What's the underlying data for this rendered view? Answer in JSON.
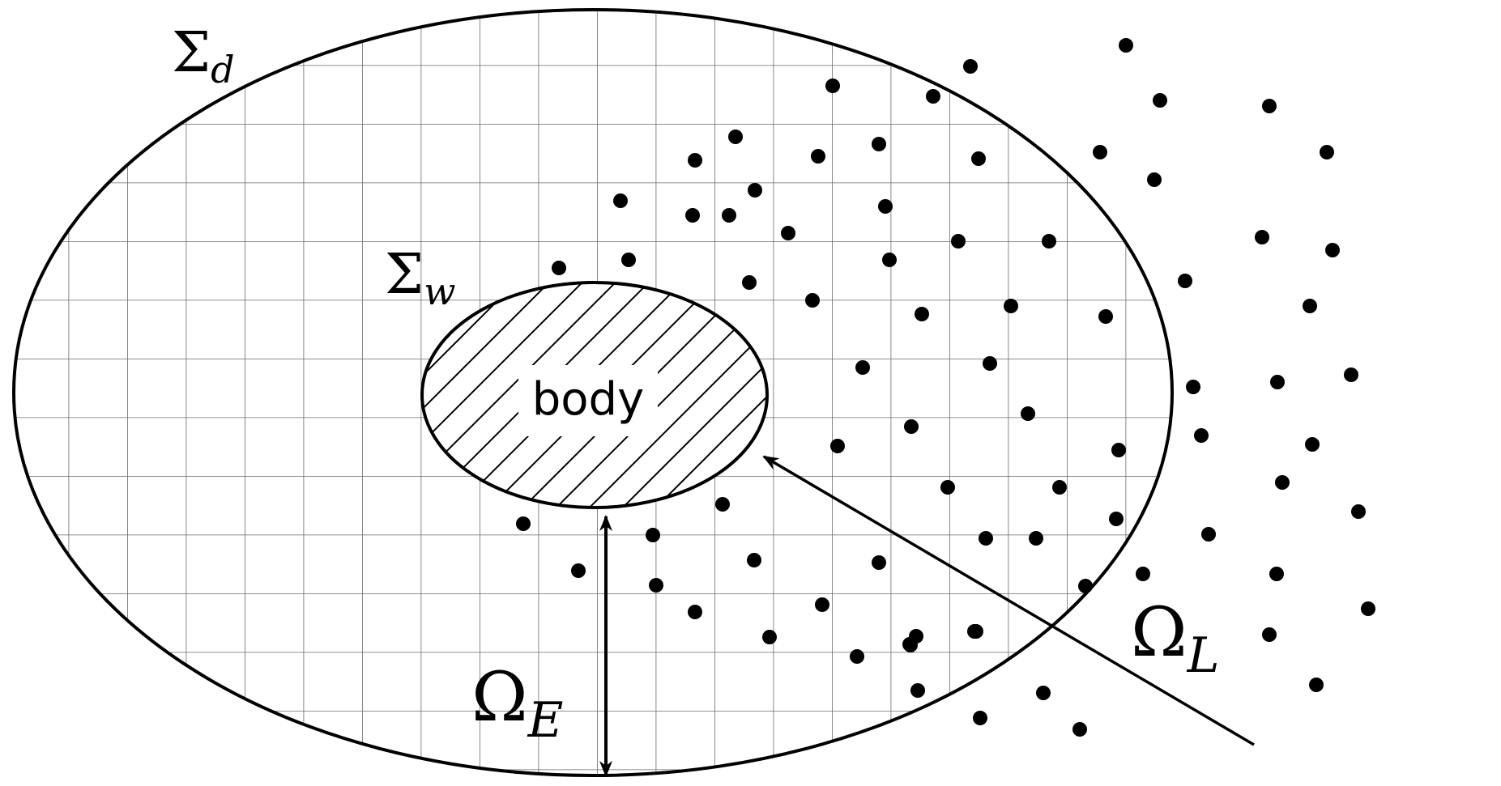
{
  "labels": {
    "outer_boundary": {
      "base": "Σ",
      "sub": "d"
    },
    "inner_boundary": {
      "base": "Σ",
      "sub": "w"
    },
    "body": "body",
    "eulerian_region": {
      "base": "Ω",
      "sub": "E"
    },
    "lagrangian_region": {
      "base": "Ω",
      "sub": "L"
    }
  },
  "colors": {
    "stroke": "#000000",
    "grid": "#6b6b6b",
    "background": "#ffffff"
  }
}
